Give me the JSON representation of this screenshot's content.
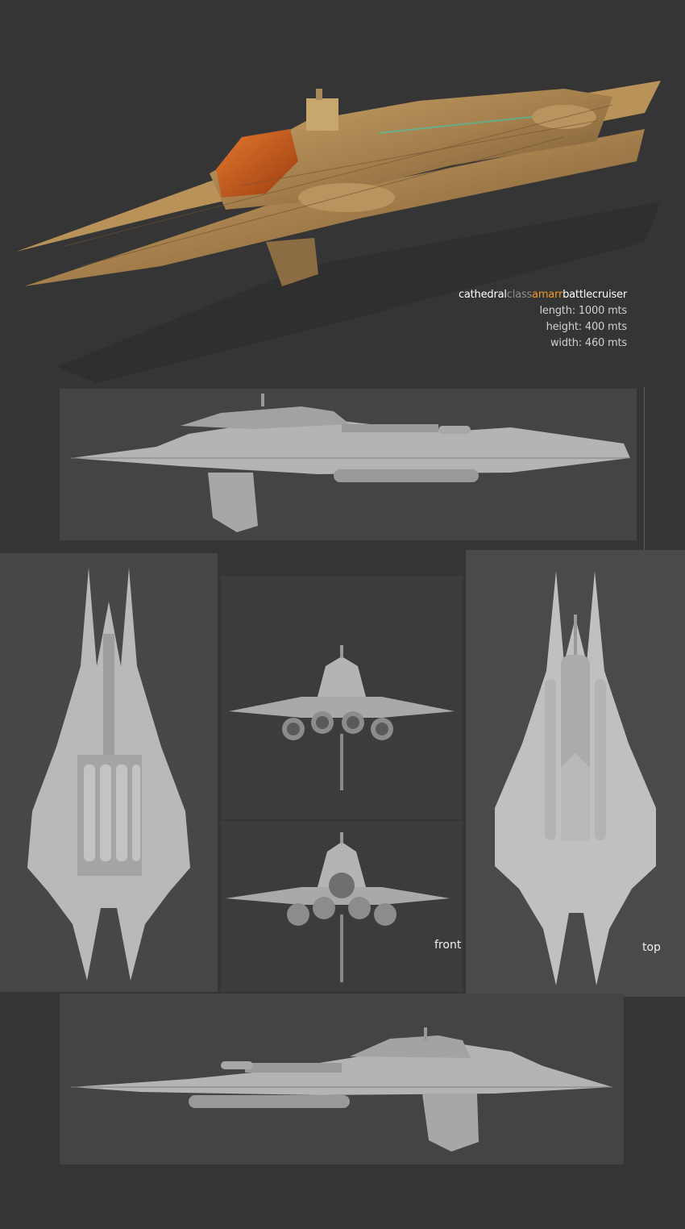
{
  "caption": {
    "title_parts": [
      "cathedral",
      "class",
      "amarr",
      "battlecruiser"
    ],
    "length": "length: 1000 mts",
    "height": "height: 400 mts",
    "width": "width: 460 mts"
  },
  "labels": {
    "front": "front",
    "top": "top"
  },
  "colors": {
    "background": "#353535",
    "accent_orange": "#f39a1e",
    "hull_render": "#b08a55",
    "model_grey": "#b9b9b9"
  }
}
